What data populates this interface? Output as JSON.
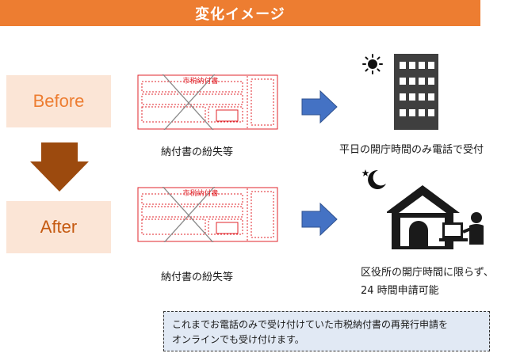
{
  "banner": {
    "title": "変化イメージ"
  },
  "phases": {
    "before": {
      "label": "Before"
    },
    "after": {
      "label": "After"
    }
  },
  "slip": {
    "title": "市税納付書",
    "caption": "納付書の紛失等"
  },
  "before_result": {
    "text": "平日の開庁時間のみ電話で受付"
  },
  "after_result": {
    "lines": [
      "区役所の開庁時間に限らず、",
      "24 時間申請可能"
    ]
  },
  "note": {
    "lines": [
      "これまでお電話のみで受け付けていた市税納付書の再発行申請を",
      "オンラインでも受け付けます。"
    ]
  },
  "icons": {
    "sun": "sun-icon",
    "building": "office-building-icon",
    "moon": "moon-stars-icon",
    "home": "home-computer-user-icon",
    "down_arrow": "down-arrow-icon",
    "right_arrow": "right-arrow-icon"
  },
  "colors": {
    "banner": "#ed7d31",
    "phase_bg": "#fbe5d6",
    "before_text": "#ed7d31",
    "after_text": "#c55a11",
    "down_arrow": "#9c4a0e",
    "right_arrow": "#4472c4",
    "slip_red": "#e0242b",
    "note_bg": "#e1e9f4"
  }
}
